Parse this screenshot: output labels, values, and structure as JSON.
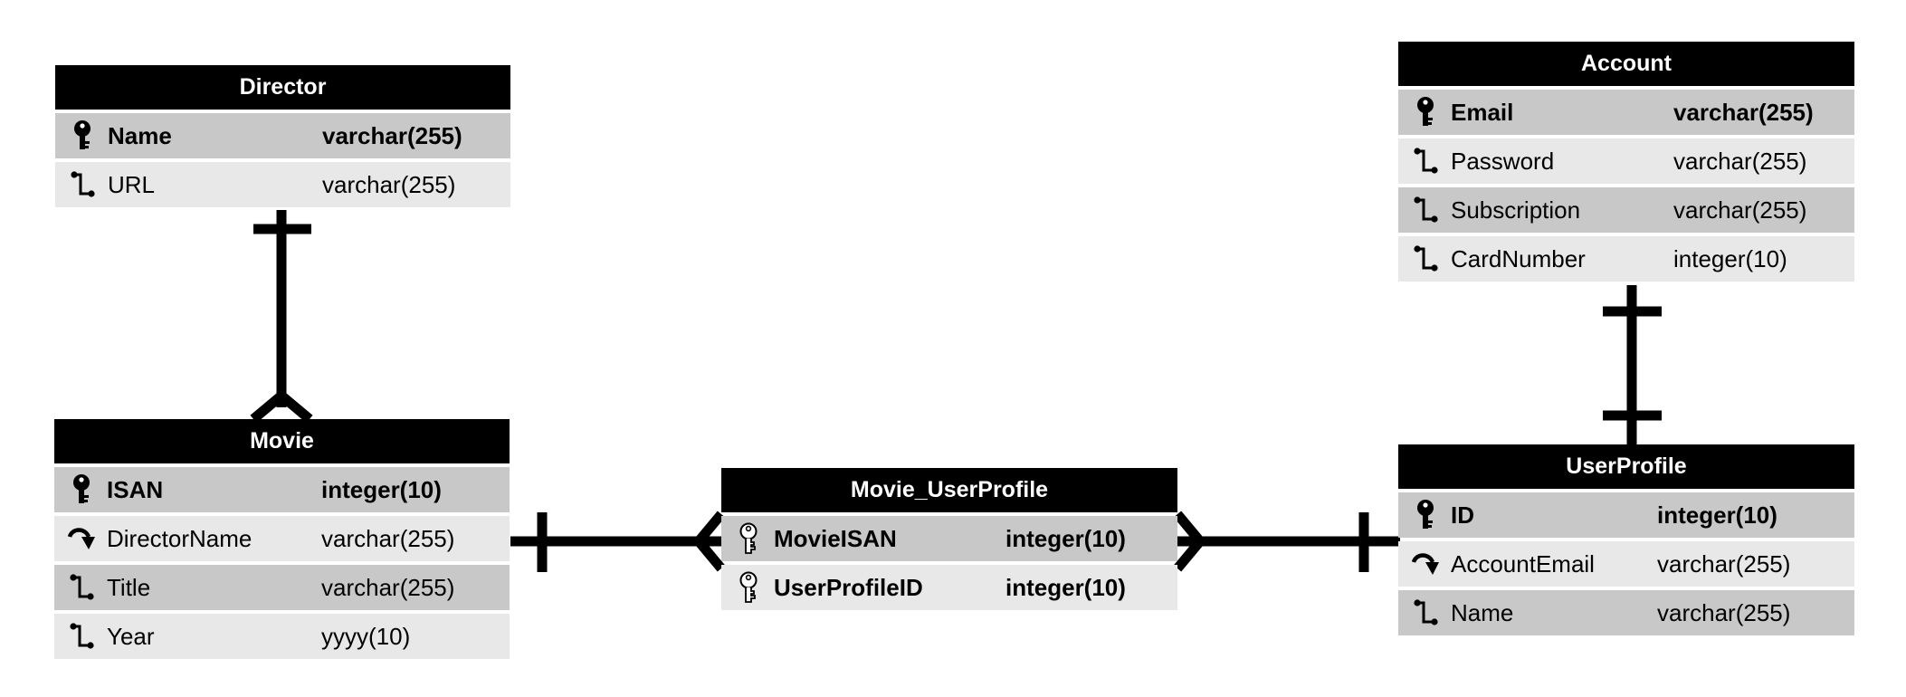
{
  "colors": {
    "header_bg": "#000000",
    "header_text": "#ffffff",
    "row_dark": "#c8c8c8",
    "row_light": "#e8e8e8",
    "line": "#000000"
  },
  "entities": {
    "director": {
      "title": "Director",
      "rows": [
        {
          "icon": "primary-key-icon",
          "name": "Name",
          "type": "varchar(255)"
        },
        {
          "icon": "attribute-icon",
          "name": "URL",
          "type": "varchar(255)"
        }
      ]
    },
    "movie": {
      "title": "Movie",
      "rows": [
        {
          "icon": "primary-key-icon",
          "name": "ISAN",
          "type": "integer(10)"
        },
        {
          "icon": "foreign-key-icon",
          "name": "DirectorName",
          "type": "varchar(255)"
        },
        {
          "icon": "attribute-icon",
          "name": "Title",
          "type": "varchar(255)"
        },
        {
          "icon": "attribute-icon",
          "name": "Year",
          "type": "yyyy(10)"
        }
      ]
    },
    "movie_userprofile": {
      "title": "Movie_UserProfile",
      "rows": [
        {
          "icon": "composite-key-icon",
          "name": "MovieISAN",
          "type": "integer(10)"
        },
        {
          "icon": "composite-key-icon",
          "name": "UserProfileID",
          "type": "integer(10)"
        }
      ]
    },
    "account": {
      "title": "Account",
      "rows": [
        {
          "icon": "primary-key-icon",
          "name": "Email",
          "type": "varchar(255)"
        },
        {
          "icon": "attribute-icon",
          "name": "Password",
          "type": "varchar(255)"
        },
        {
          "icon": "attribute-icon",
          "name": "Subscription",
          "type": "varchar(255)"
        },
        {
          "icon": "attribute-icon",
          "name": "CardNumber",
          "type": "integer(10)"
        }
      ]
    },
    "userprofile": {
      "title": "UserProfile",
      "rows": [
        {
          "icon": "primary-key-icon",
          "name": "ID",
          "type": "integer(10)"
        },
        {
          "icon": "foreign-key-icon",
          "name": "AccountEmail",
          "type": "varchar(255)"
        },
        {
          "icon": "attribute-icon",
          "name": "Name",
          "type": "varchar(255)"
        }
      ]
    }
  },
  "relationships": [
    {
      "from": "Director",
      "to": "Movie",
      "from_end": "one",
      "to_end": "many"
    },
    {
      "from": "Movie",
      "to": "Movie_UserProfile",
      "from_end": "one",
      "to_end": "many"
    },
    {
      "from": "UserProfile",
      "to": "Movie_UserProfile",
      "from_end": "one",
      "to_end": "many"
    },
    {
      "from": "Account",
      "to": "UserProfile",
      "from_end": "one",
      "to_end": "one"
    }
  ]
}
